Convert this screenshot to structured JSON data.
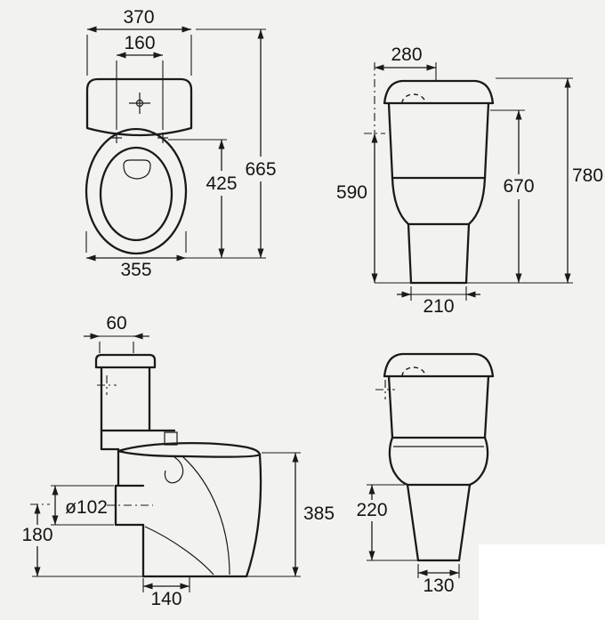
{
  "colors": {
    "background": "#f2f2f0",
    "line": "#1a1a1a",
    "watermark_patch": "#ffffff"
  },
  "views": {
    "top": {
      "dims": {
        "cistern_width": "370",
        "hinge_centres": "160",
        "overall_depth": "665",
        "bowl_depth": "425",
        "bowl_width": "355"
      }
    },
    "rear": {
      "dims": {
        "inlet_offset": "280",
        "inlet_height": "590",
        "cistern_lid_height": "670",
        "overall_height": "780",
        "base_width": "210"
      }
    },
    "side": {
      "dims": {
        "lid_setback": "60",
        "outlet_diameter": "ø102",
        "outlet_centre_height": "180",
        "bowl_height": "385",
        "outlet_setback": "140"
      }
    },
    "front": {
      "dims": {
        "base_height": "220",
        "base_width": "130"
      }
    }
  }
}
